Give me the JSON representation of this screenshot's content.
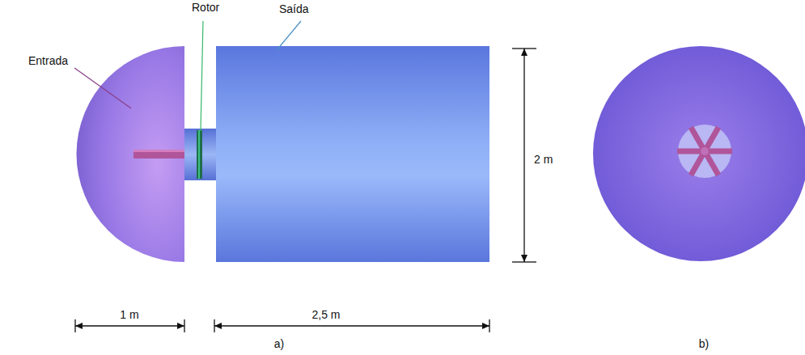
{
  "diagram": {
    "labels": [
      "Entrada",
      "Rotor",
      "Saída",
      "2 m",
      "1 m",
      "2,5 m",
      "a)",
      "b)"
    ]
  }
}
